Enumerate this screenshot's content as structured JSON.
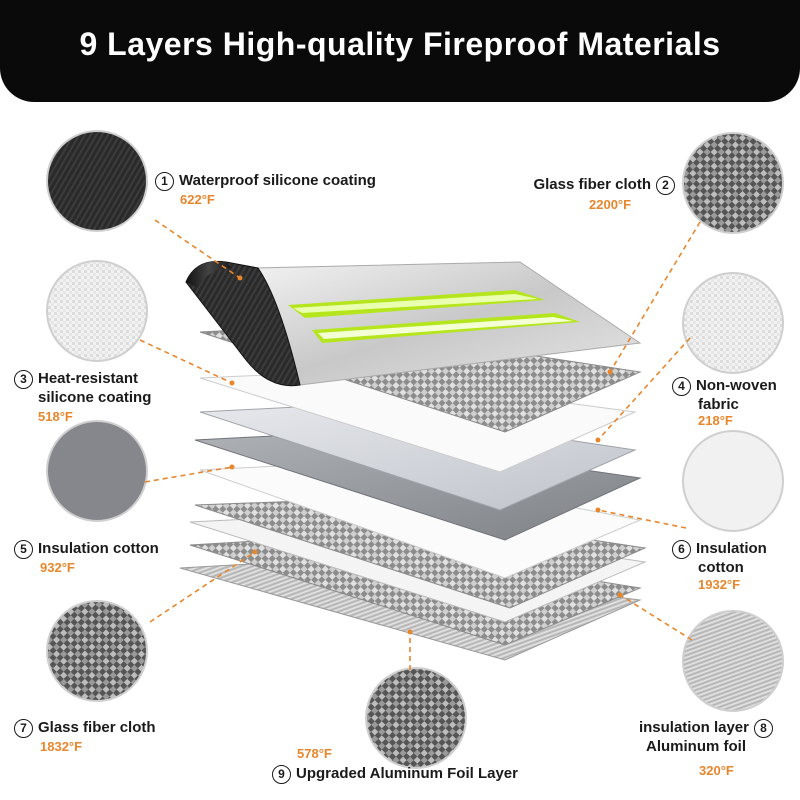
{
  "banner": {
    "title": "9 Layers High-quality Fireproof Materials"
  },
  "colors": {
    "accent": "#e8862c",
    "banner": "#0a0a0a",
    "reflective_stripe": "#b5e61d"
  },
  "layers": [
    {
      "number": "1",
      "name": "Waterproof silicone coating",
      "temperature": "622°F"
    },
    {
      "number": "2",
      "name": "Glass fiber cloth",
      "temperature": "2200°F"
    },
    {
      "number": "3",
      "name_line1": "Heat-resistant",
      "name_line2": "silicone coating",
      "temperature": "518°F"
    },
    {
      "number": "4",
      "name_line1": "Non-woven",
      "name_line2": "fabric",
      "temperature": "218°F"
    },
    {
      "number": "5",
      "name": "Insulation cotton",
      "temperature": "932°F"
    },
    {
      "number": "6",
      "name_line1": "Insulation",
      "name_line2": "cotton",
      "temperature": "1932°F"
    },
    {
      "number": "7",
      "name": "Glass fiber cloth",
      "temperature": "1832°F"
    },
    {
      "number": "8",
      "name_line1": "insulation layer",
      "name_line2": "Aluminum foil",
      "temperature": "320°F"
    },
    {
      "number": "9",
      "name": "Upgraded Aluminum Foil Layer",
      "temperature": "578°F"
    }
  ]
}
